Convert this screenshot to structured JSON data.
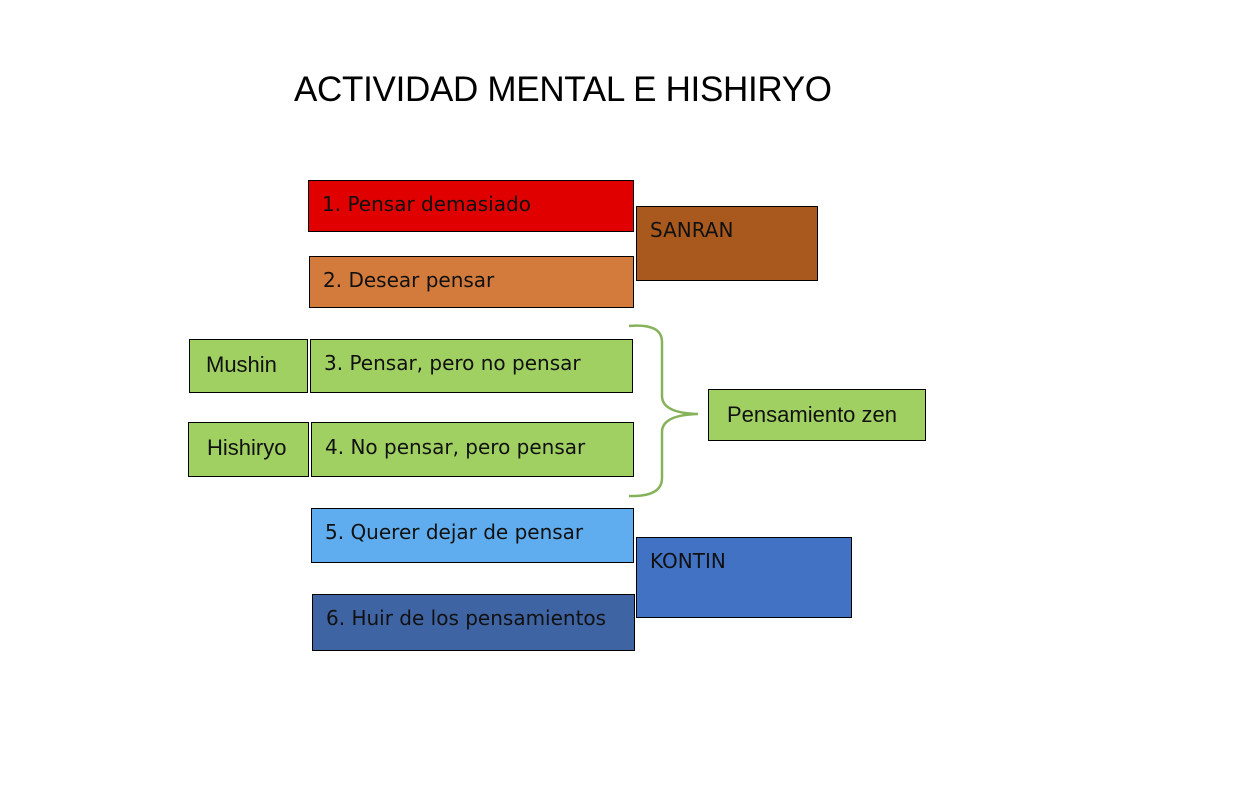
{
  "title": "ACTIVIDAD MENTAL E HISHIRYO",
  "steps": [
    {
      "label": "1. Pensar demasiado",
      "color": "#e00000"
    },
    {
      "label": "2. Desear pensar",
      "color": "#d37b3c"
    },
    {
      "label": "3. Pensar, pero no pensar",
      "color": "#a0d062"
    },
    {
      "label": "4. No pensar, pero pensar",
      "color": "#a0d062"
    },
    {
      "label": "5. Querer dejar de pensar",
      "color": "#5fadee"
    },
    {
      "label": "6. Huir de los pensamientos",
      "color": "#3f64a3"
    }
  ],
  "groups": {
    "sanran": {
      "label": "SANRAN",
      "color": "#a9591e"
    },
    "kontin": {
      "label": "KONTIN",
      "color": "#4172c4"
    },
    "zen": {
      "label": "Pensamiento zen",
      "color": "#a0d062"
    }
  },
  "side_labels": {
    "mushin": {
      "label": "Mushin",
      "color": "#a0d062"
    },
    "hishiryo": {
      "label": "Hishiryo",
      "color": "#a0d062"
    }
  },
  "brace_color": "#86b25a"
}
